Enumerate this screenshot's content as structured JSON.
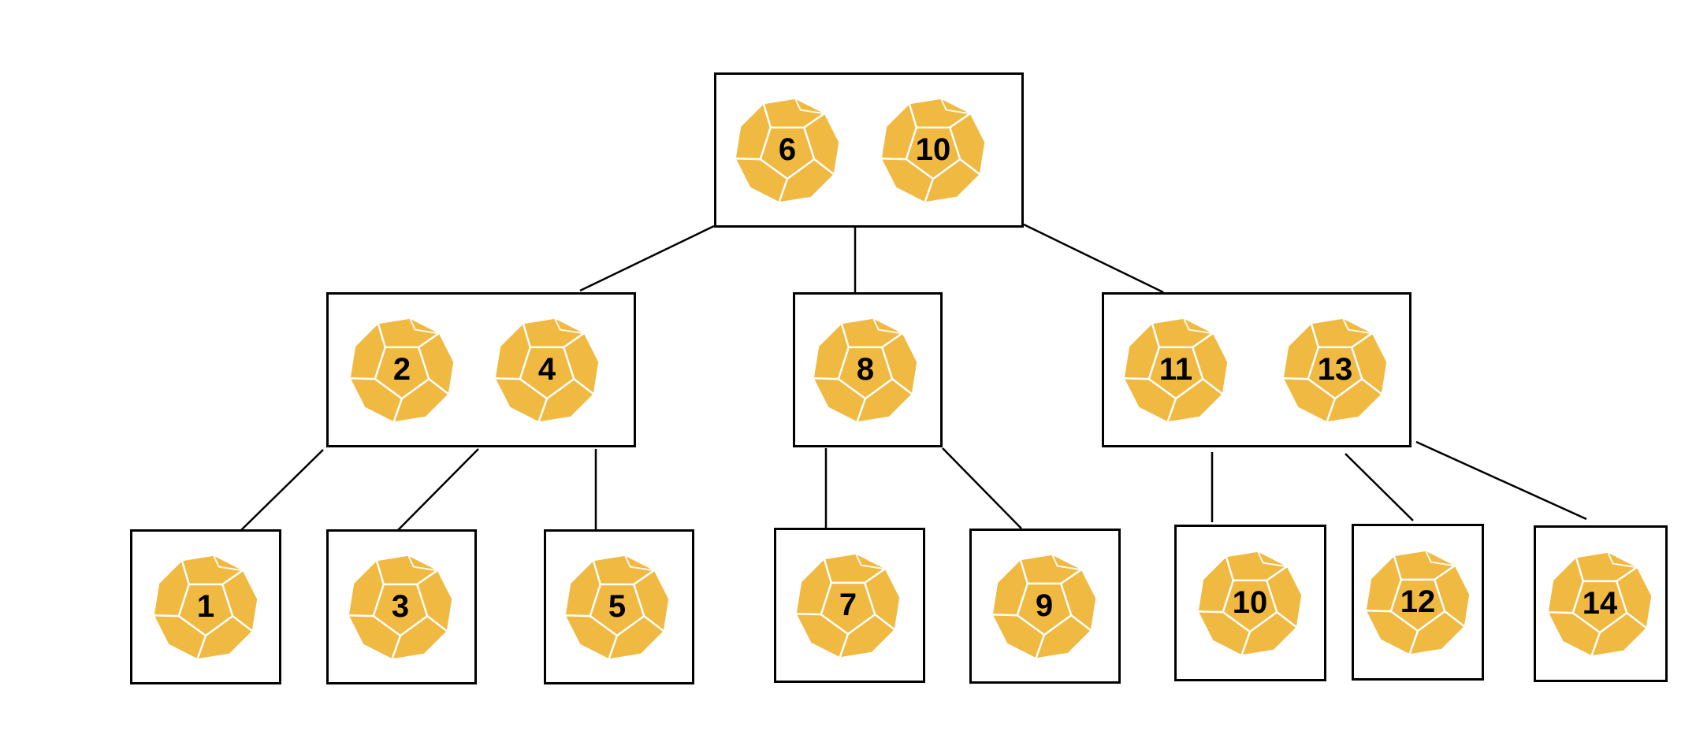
{
  "dice_color": "#F0B942",
  "die_icon": "dodecahedron-icon",
  "nodes": [
    {
      "id": "root",
      "values": [
        "6",
        "10"
      ]
    },
    {
      "id": "left",
      "values": [
        "2",
        "4"
      ]
    },
    {
      "id": "middle",
      "values": [
        "8"
      ]
    },
    {
      "id": "right",
      "values": [
        "11",
        "13"
      ]
    },
    {
      "id": "leaf-1",
      "values": [
        "1"
      ]
    },
    {
      "id": "leaf-3",
      "values": [
        "3"
      ]
    },
    {
      "id": "leaf-5",
      "values": [
        "5"
      ]
    },
    {
      "id": "leaf-7",
      "values": [
        "7"
      ]
    },
    {
      "id": "leaf-9",
      "values": [
        "9"
      ]
    },
    {
      "id": "leaf-10",
      "values": [
        "10"
      ]
    },
    {
      "id": "leaf-12",
      "values": [
        "12"
      ]
    },
    {
      "id": "leaf-14",
      "values": [
        "14"
      ]
    }
  ],
  "edges": [
    [
      "root",
      "left"
    ],
    [
      "root",
      "middle"
    ],
    [
      "root",
      "right"
    ],
    [
      "left",
      "leaf-1"
    ],
    [
      "left",
      "leaf-3"
    ],
    [
      "left",
      "leaf-5"
    ],
    [
      "middle",
      "leaf-7"
    ],
    [
      "middle",
      "leaf-9"
    ],
    [
      "right",
      "leaf-10"
    ],
    [
      "right",
      "leaf-12"
    ],
    [
      "right",
      "leaf-14"
    ]
  ]
}
